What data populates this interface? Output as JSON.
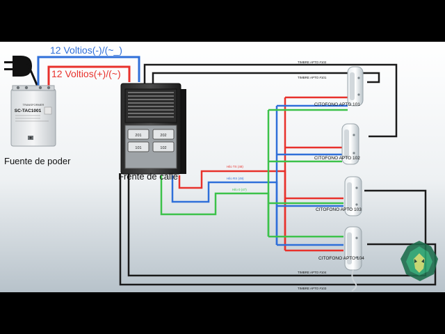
{
  "labels": {
    "supply_negative": "12 Voltios(-)/(~_)",
    "supply_positive": "12 Voltios(+)/(~)",
    "power_supply": "Fuente de poder",
    "street_panel": "Frente de calle",
    "psu_brand": "TRANSFORMER",
    "psu_model": "SC-TAC1001",
    "wire_tx": "Hilo TX (48)",
    "wire_rx": "Hilo RX (49)",
    "wire_0": "Hilo 0 (47)",
    "bell_102": "TIMBRE APTO #102",
    "bell_101": "TIMBRE APTO #101",
    "bell_104": "TIMBRE APTO #104",
    "bell_103": "TIMBRE APTO #103",
    "phone_101": "CITOFONO APTO 101",
    "phone_102": "CITOFONO APTO 102",
    "phone_103": "CITOFONO APTO 103",
    "phone_104": "CITOFONO APTO 104",
    "btn_201": "201",
    "btn_202": "202",
    "btn_101": "101",
    "btn_102": "102"
  },
  "colors": {
    "red": "#e8312b",
    "blue": "#2f6fd9",
    "green": "#3cc24a",
    "black": "#1a1a1a",
    "background_top": "#ffffff",
    "background_bottom": "#b9c4cc"
  }
}
